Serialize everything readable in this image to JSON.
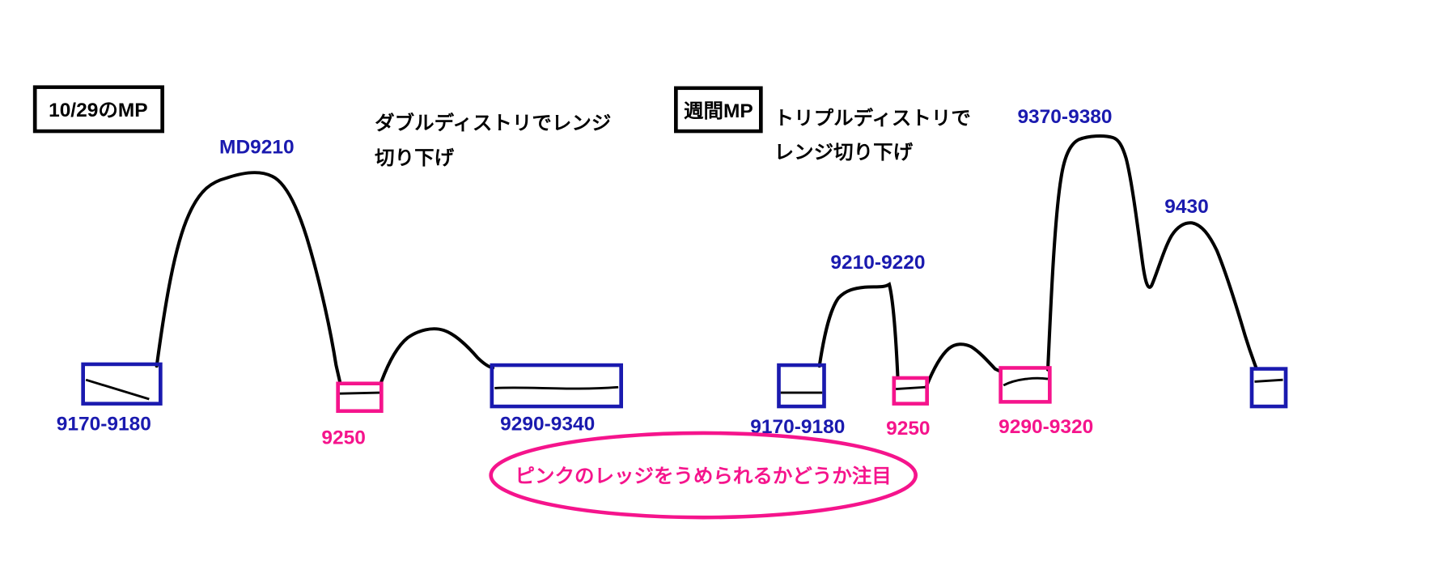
{
  "colors": {
    "blue": "#1a1aaf",
    "pink": "#f5148c",
    "black": "#000000",
    "background": "#ffffff"
  },
  "left_profile": {
    "title": "10/29のMP",
    "note_line1": "ダブルディストリでレンジ",
    "note_line2": "切り下げ",
    "peak_label": "MD9210",
    "base_range_label": "9170-9180",
    "ledge_label": "9250",
    "upper_range_label": "9290-9340"
  },
  "right_profile": {
    "title": "週間MP",
    "note_line1": "トリプルディストリで",
    "note_line2": "レンジ切り下げ",
    "plateau_label": "9210-9220",
    "high_peak_label": "9370-9380",
    "second_peak_label": "9430",
    "base_range_label": "9170-9180",
    "ledge1_label": "9250",
    "ledge2_label": "9290-9320"
  },
  "callout": {
    "text": "ピンクのレッジをうめられるかどうか注目"
  }
}
